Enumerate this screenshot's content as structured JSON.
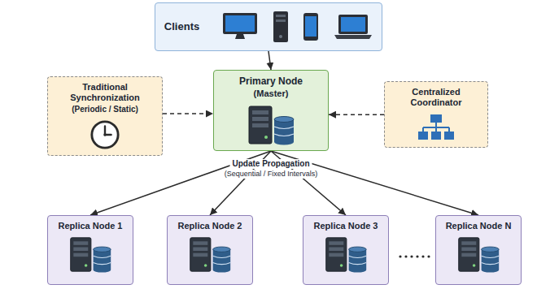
{
  "diagram": {
    "nodes": [
      {
        "text": [
          "Clients"
        ]
      },
      {
        "text": [
          "Traditional Synchronization",
          "(Periodic / Static)"
        ]
      },
      {
        "text": [
          "Primary Node",
          "(Master)"
        ]
      },
      {
        "text": [
          "Centralized Coordinator"
        ]
      },
      {
        "text": [
          "Replica Node 1"
        ]
      },
      {
        "text": [
          "Replica Node 2"
        ]
      },
      {
        "text": [
          "Replica Node 3"
        ]
      },
      {
        "text": [
          "Replica Node N"
        ]
      }
    ],
    "edges": [
      {
        "from": 0,
        "to": 2,
        "arrow": "to"
      },
      {
        "from": 1,
        "to": 2,
        "arrow": "to"
      },
      {
        "from": 3,
        "to": 2,
        "arrow": "to"
      },
      {
        "from": 2,
        "to": 4,
        "arrow": "to"
      },
      {
        "from": 2,
        "to": 5,
        "arrow": "to"
      },
      {
        "from": 2,
        "to": 6,
        "arrow": "to"
      },
      {
        "from": 2,
        "to": 7,
        "arrow": "to"
      }
    ],
    "labels": [
      "Update Propagation",
      "(Sequential / Fixed Intervals)"
    ]
  }
}
